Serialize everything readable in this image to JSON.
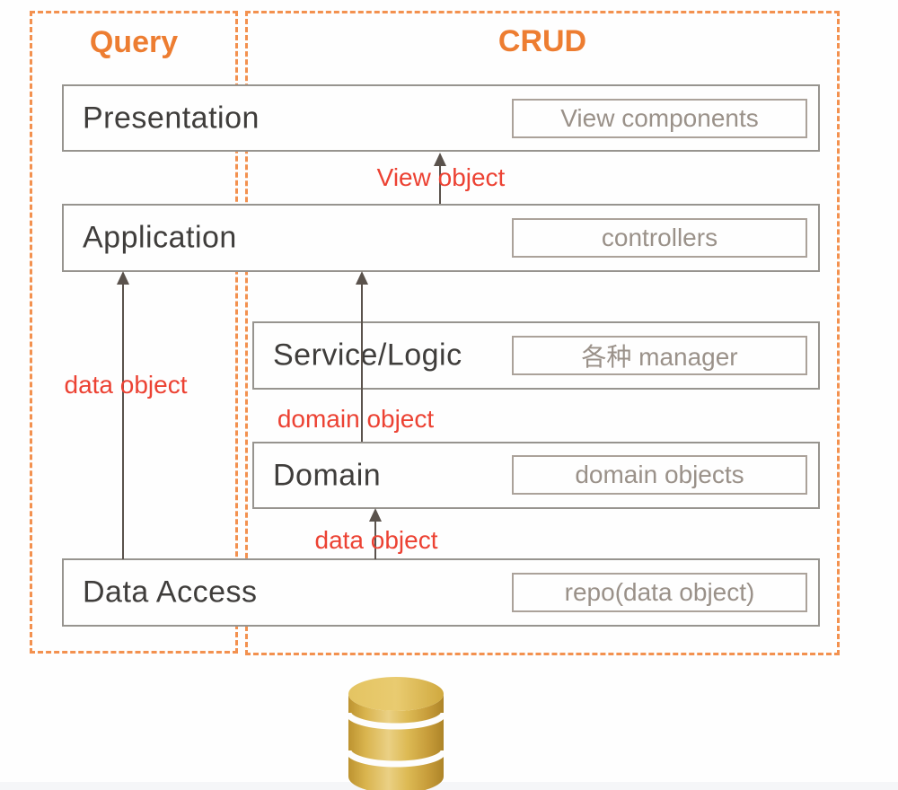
{
  "diagram": {
    "columns": [
      {
        "label": "Query"
      },
      {
        "label": "CRUD"
      }
    ],
    "layers": [
      {
        "name": "Presentation",
        "component": "View components",
        "columns": "Query+CRUD"
      },
      {
        "name": "Application",
        "component": "controllers",
        "columns": "Query+CRUD"
      },
      {
        "name": "Service/Logic",
        "component": "各种 manager",
        "columns": "CRUD"
      },
      {
        "name": "Domain",
        "component": "domain objects",
        "columns": "CRUD"
      },
      {
        "name": "Data Access",
        "component": "repo(data object)",
        "columns": "Query+CRUD"
      }
    ],
    "arrows": [
      {
        "from": "Application",
        "to": "Presentation",
        "label": "View object"
      },
      {
        "from": "Data Access",
        "to": "Application",
        "label": "data object",
        "lane": "Query"
      },
      {
        "from": "Domain",
        "to": "Application",
        "label": "domain object"
      },
      {
        "from": "Data Access",
        "to": "Domain",
        "label": "data object"
      }
    ],
    "icons": {
      "database": "database-cylinder"
    },
    "colors": {
      "accent_orange": "#ed7d31",
      "dashed_border": "#f3914f",
      "red_label": "#ec4233",
      "layer_border": "#97948f",
      "layer_text": "#3f3d3b",
      "component_border": "#aba29a",
      "component_text": "#9a9189",
      "arrow": "#5a524c",
      "db_gold_light": "#ead084",
      "db_gold_dark": "#ad8428"
    }
  }
}
